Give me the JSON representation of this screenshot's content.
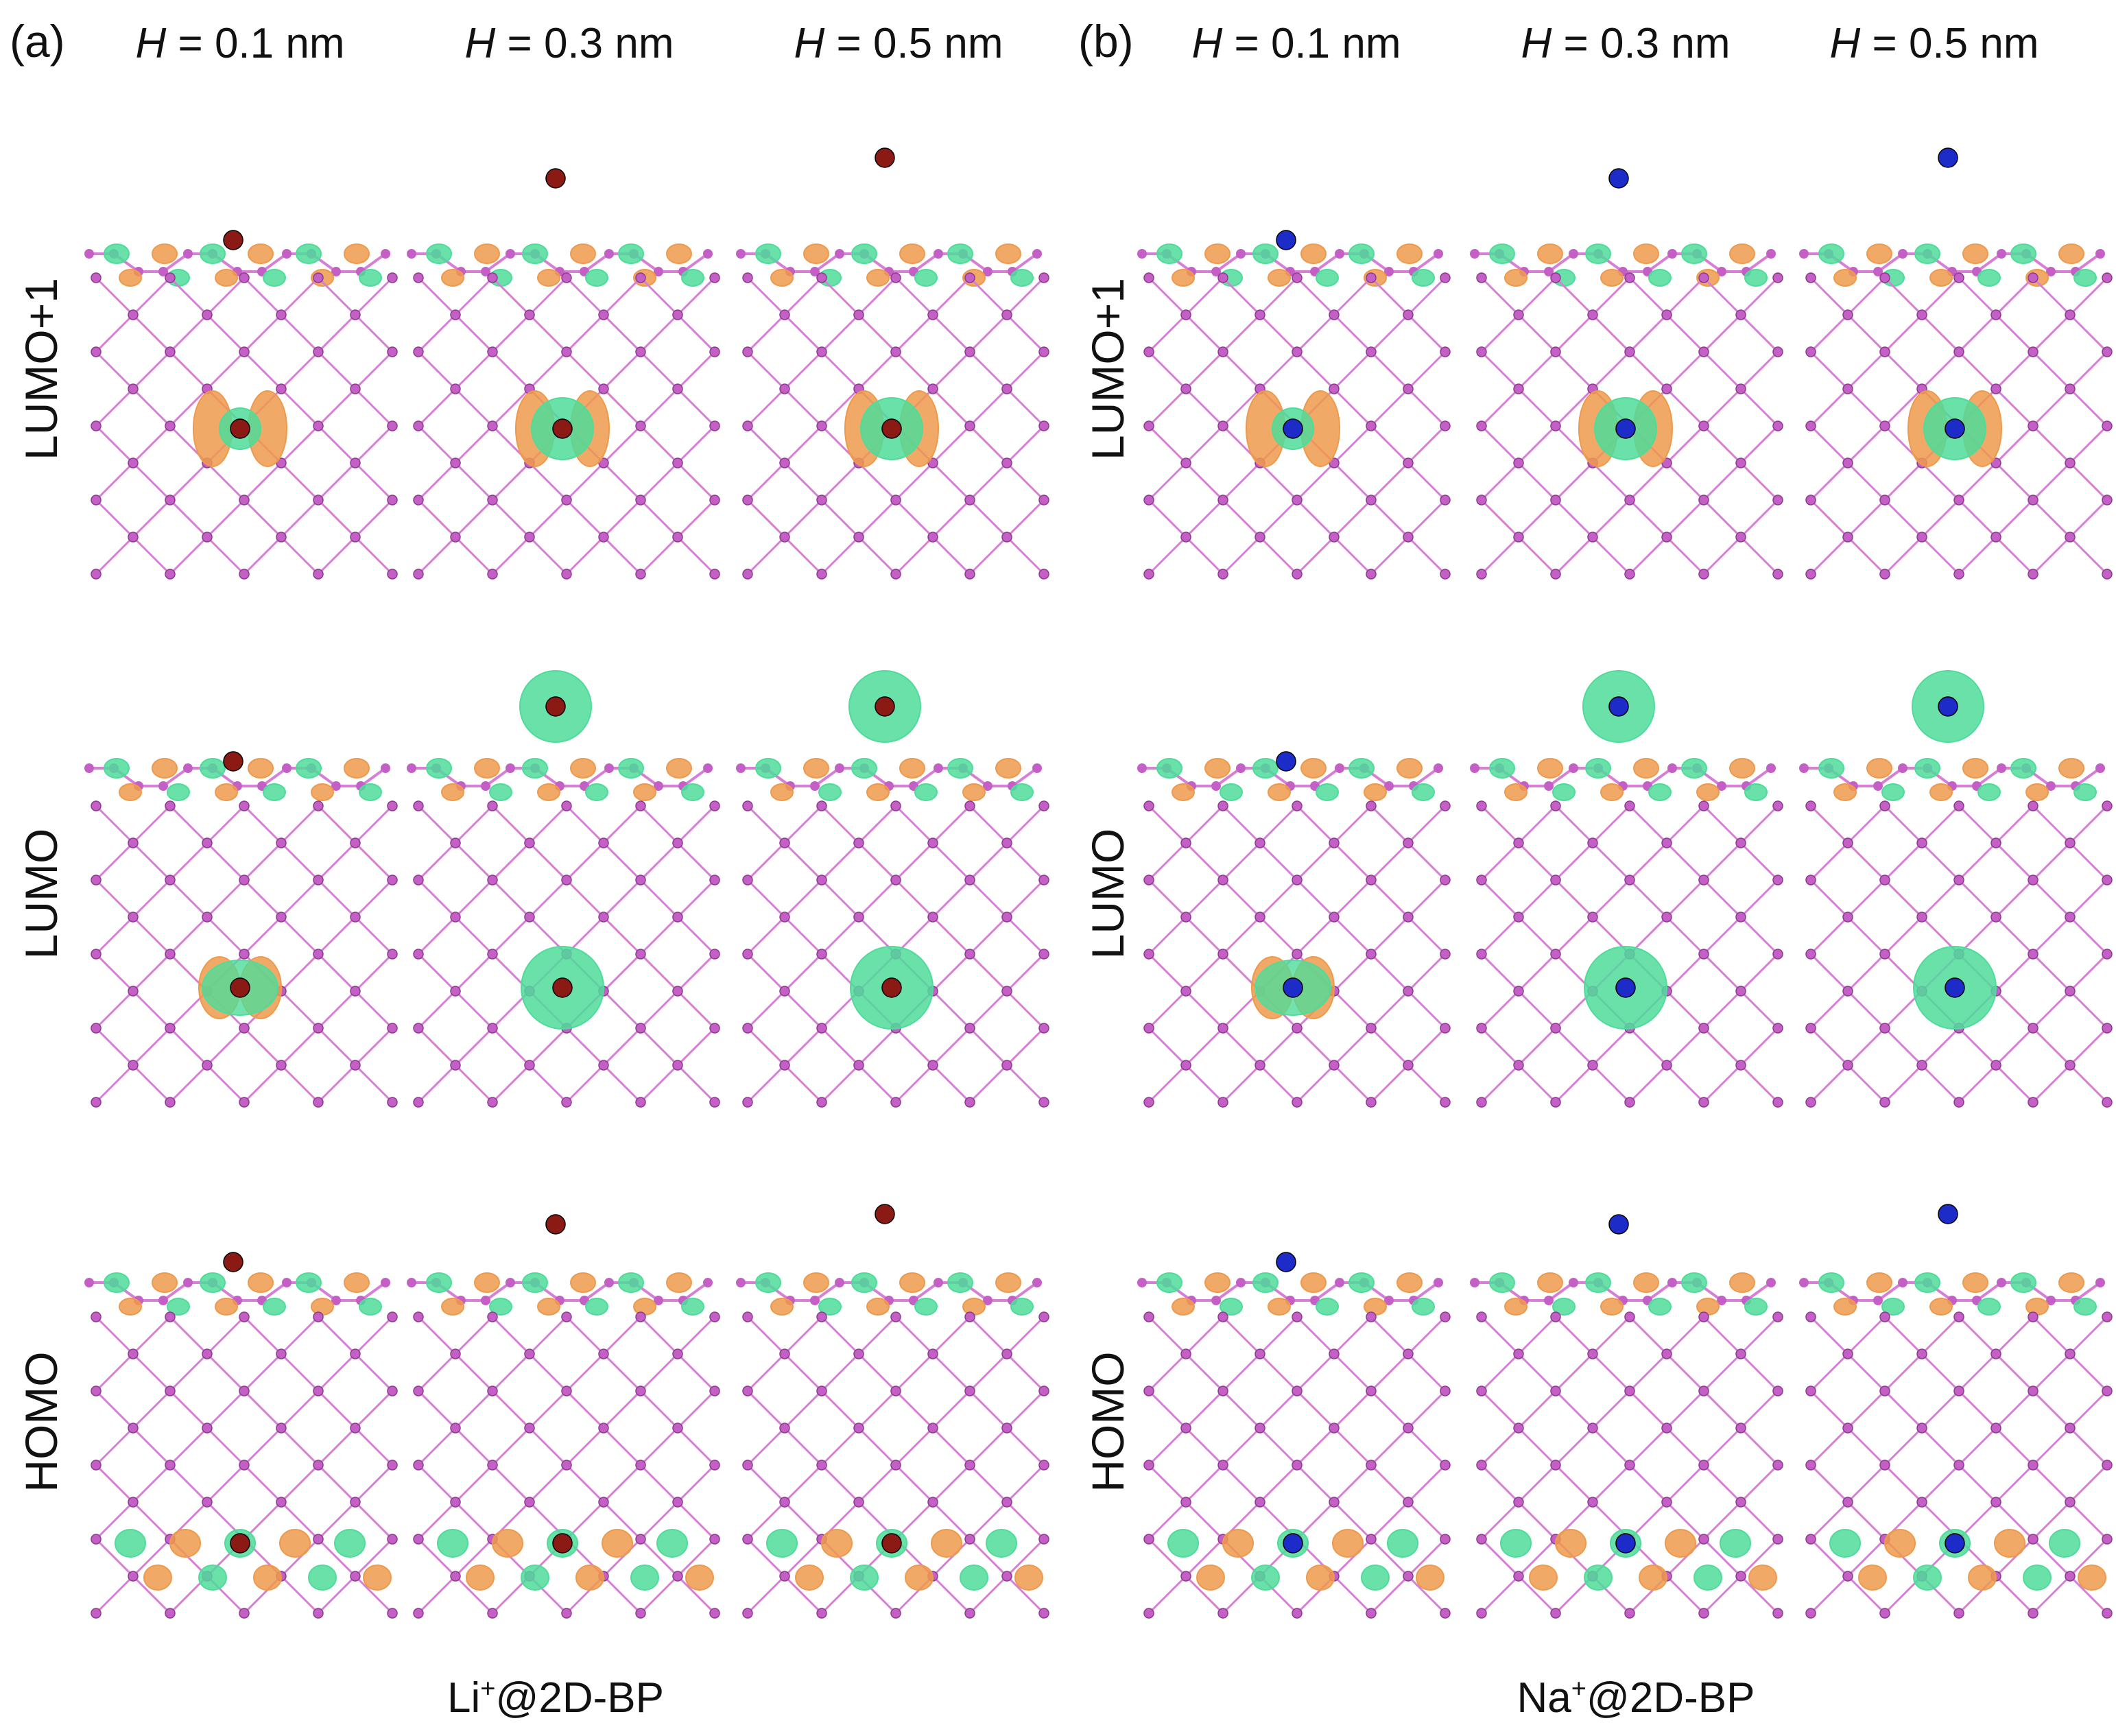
{
  "panels": [
    {
      "letter": "(a)",
      "caption_pre": "Li",
      "caption_sup": "+",
      "caption_post": "@2D-BP",
      "ion_color": "#8b1a14",
      "columns": [
        {
          "var": "H",
          "text": " = 0.1 nm"
        },
        {
          "var": "H",
          "text": " = 0.3 nm"
        },
        {
          "var": "H",
          "text": " = 0.5 nm"
        }
      ]
    },
    {
      "letter": "(b)",
      "caption_pre": "Na",
      "caption_sup": "+",
      "caption_post": "@2D-BP",
      "ion_color": "#1d2cc8",
      "columns": [
        {
          "var": "H",
          "text": " = 0.1 nm"
        },
        {
          "var": "H",
          "text": " = 0.3 nm"
        },
        {
          "var": "H",
          "text": " = 0.5 nm"
        }
      ]
    }
  ],
  "rows": [
    {
      "label": "LUMO+1"
    },
    {
      "label": "LUMO"
    },
    {
      "label": "HOMO"
    }
  ],
  "colors": {
    "bond": "#d77ed6",
    "atom": "#c45fc6",
    "positive_lobe": "#4fdc9a",
    "negative_lobe": "#ee9a4c"
  }
}
